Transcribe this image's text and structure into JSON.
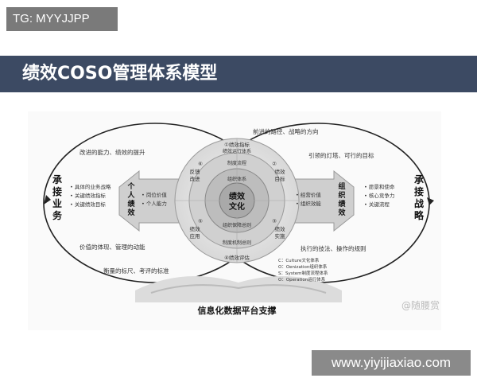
{
  "tag": "TG: MYYJJPP",
  "title": "绩效COSO管理体系模型",
  "watermark": "@随腰赏",
  "website": "www.yiyijiaxiao.com",
  "diagram": {
    "left_label": [
      "承",
      "接",
      "业",
      "务"
    ],
    "right_label": [
      "承",
      "接",
      "战",
      "略"
    ],
    "left_arrow_label": [
      "个",
      "人",
      "绩",
      "效"
    ],
    "right_arrow_label": [
      "组",
      "织",
      "绩",
      "效"
    ],
    "left_arrow_items": [
      "• 岗位价值",
      "• 个人能力"
    ],
    "right_arrow_items": [
      "• 经营价值",
      "• 组织效能"
    ],
    "left_bullets": [
      "• 具体的业务战略",
      "• 关键绩效指标",
      "• 关键绩效目标"
    ],
    "right_bullets": [
      "• 愿景和使命",
      "• 核心竞争力",
      "• 关键流程"
    ],
    "left_ellipse_texts": [
      "改进的能力、绩效的提升",
      "价值的体现、管理的动能",
      "衡量的标尺、考评的标准"
    ],
    "right_ellipse_texts": [
      "前进的路径、战略的方向",
      "引领的灯塔、可行的目标",
      "执行的技法、操作的规则"
    ],
    "outer_ring": {
      "top": "①绩效指标",
      "top2": "绩效运行体系",
      "right_top": [
        "②",
        "绩效",
        "目标"
      ],
      "right_bottom": [
        "③",
        "绩效",
        "实施"
      ],
      "bottom": "④绩效评估",
      "left_bottom": [
        "⑤",
        "绩效",
        "应用"
      ],
      "left_top": [
        "⑥",
        "反馈",
        "改进"
      ]
    },
    "middle_ring": [
      "制度流程",
      "组织体系",
      "组织保障总则",
      "制度机制总则"
    ],
    "center": [
      "绩效",
      "文化"
    ],
    "legend": [
      "C：Culture文化体系",
      "O：Oenization组织体系",
      "S：System制度流程体系",
      "O：Operation运行体系"
    ],
    "platform": "信息化数据平台支撑"
  }
}
